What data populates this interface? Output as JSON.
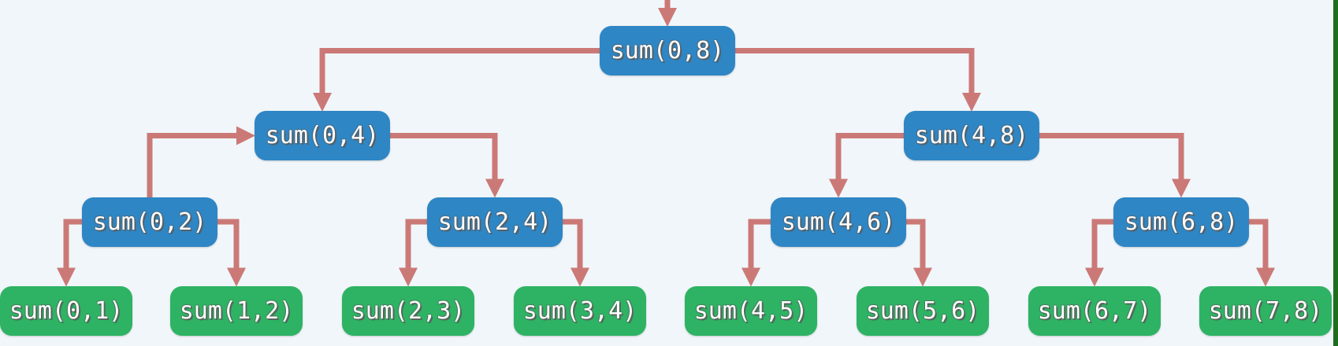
{
  "colors": {
    "background": "#f1f6fa",
    "border_right": "#1e6e1e",
    "internal_node": "#2e86c4",
    "leaf_node": "#2db363",
    "arrow": "#cb7977",
    "node_text": "#ffffff"
  },
  "tree": {
    "nodes": [
      {
        "id": "sum-0-8",
        "label": "sum(0,8)",
        "type": "internal"
      },
      {
        "id": "sum-0-4",
        "label": "sum(0,4)",
        "type": "internal"
      },
      {
        "id": "sum-4-8",
        "label": "sum(4,8)",
        "type": "internal"
      },
      {
        "id": "sum-0-2",
        "label": "sum(0,2)",
        "type": "internal"
      },
      {
        "id": "sum-2-4",
        "label": "sum(2,4)",
        "type": "internal"
      },
      {
        "id": "sum-4-6",
        "label": "sum(4,6)",
        "type": "internal"
      },
      {
        "id": "sum-6-8",
        "label": "sum(6,8)",
        "type": "internal"
      },
      {
        "id": "sum-0-1",
        "label": "sum(0,1)",
        "type": "leaf"
      },
      {
        "id": "sum-1-2",
        "label": "sum(1,2)",
        "type": "leaf"
      },
      {
        "id": "sum-2-3",
        "label": "sum(2,3)",
        "type": "leaf"
      },
      {
        "id": "sum-3-4",
        "label": "sum(3,4)",
        "type": "leaf"
      },
      {
        "id": "sum-4-5",
        "label": "sum(4,5)",
        "type": "leaf"
      },
      {
        "id": "sum-5-6",
        "label": "sum(5,6)",
        "type": "leaf"
      },
      {
        "id": "sum-6-7",
        "label": "sum(6,7)",
        "type": "leaf"
      },
      {
        "id": "sum-7-8",
        "label": "sum(7,8)",
        "type": "leaf"
      }
    ],
    "edges": [
      {
        "from": "top-of-frame",
        "to": "sum-0-8",
        "kind": "entry"
      },
      {
        "from": "sum-0-8",
        "to": "sum-0-4",
        "kind": "call-left"
      },
      {
        "from": "sum-0-8",
        "to": "sum-4-8",
        "kind": "call-right"
      },
      {
        "from": "sum-0-2",
        "to": "sum-0-4",
        "kind": "return-up-right"
      },
      {
        "from": "sum-0-4",
        "to": "sum-2-4",
        "kind": "call-right"
      },
      {
        "from": "sum-0-2",
        "to": "sum-0-1",
        "kind": "call-left"
      },
      {
        "from": "sum-0-2",
        "to": "sum-1-2",
        "kind": "call-right"
      },
      {
        "from": "sum-2-4",
        "to": "sum-2-3",
        "kind": "call-left"
      },
      {
        "from": "sum-2-4",
        "to": "sum-3-4",
        "kind": "call-right"
      },
      {
        "from": "sum-4-8",
        "to": "sum-4-6",
        "kind": "call-left"
      },
      {
        "from": "sum-4-8",
        "to": "sum-6-8",
        "kind": "call-right"
      },
      {
        "from": "sum-4-6",
        "to": "sum-4-5",
        "kind": "call-left"
      },
      {
        "from": "sum-4-6",
        "to": "sum-5-6",
        "kind": "call-right"
      },
      {
        "from": "sum-6-8",
        "to": "sum-6-7",
        "kind": "call-left"
      },
      {
        "from": "sum-6-8",
        "to": "sum-7-8",
        "kind": "call-right"
      }
    ]
  }
}
